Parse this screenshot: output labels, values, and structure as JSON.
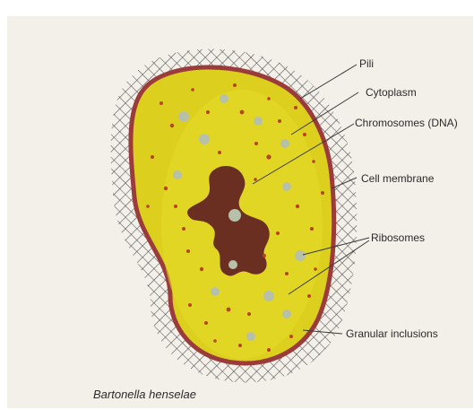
{
  "labels": {
    "pili": "Pili",
    "cytoplasm": "Cytoplasm",
    "chromosomes": "Chromosomes (DNA)",
    "cell_membrane": "Cell membrane",
    "ribosomes": "Ribosomes",
    "granular_inclusions": "Granular inclusions"
  },
  "caption": "Bartonella henselae",
  "colors": {
    "background": "#f3efe9",
    "cytoplasm": "#dccf1e",
    "membrane": "#9b3b3b",
    "pili_mesh": "#2a2a2a",
    "chromosome": "#6b2f22",
    "ribosome": "#b7c0a8",
    "granules": "#b6441e"
  }
}
